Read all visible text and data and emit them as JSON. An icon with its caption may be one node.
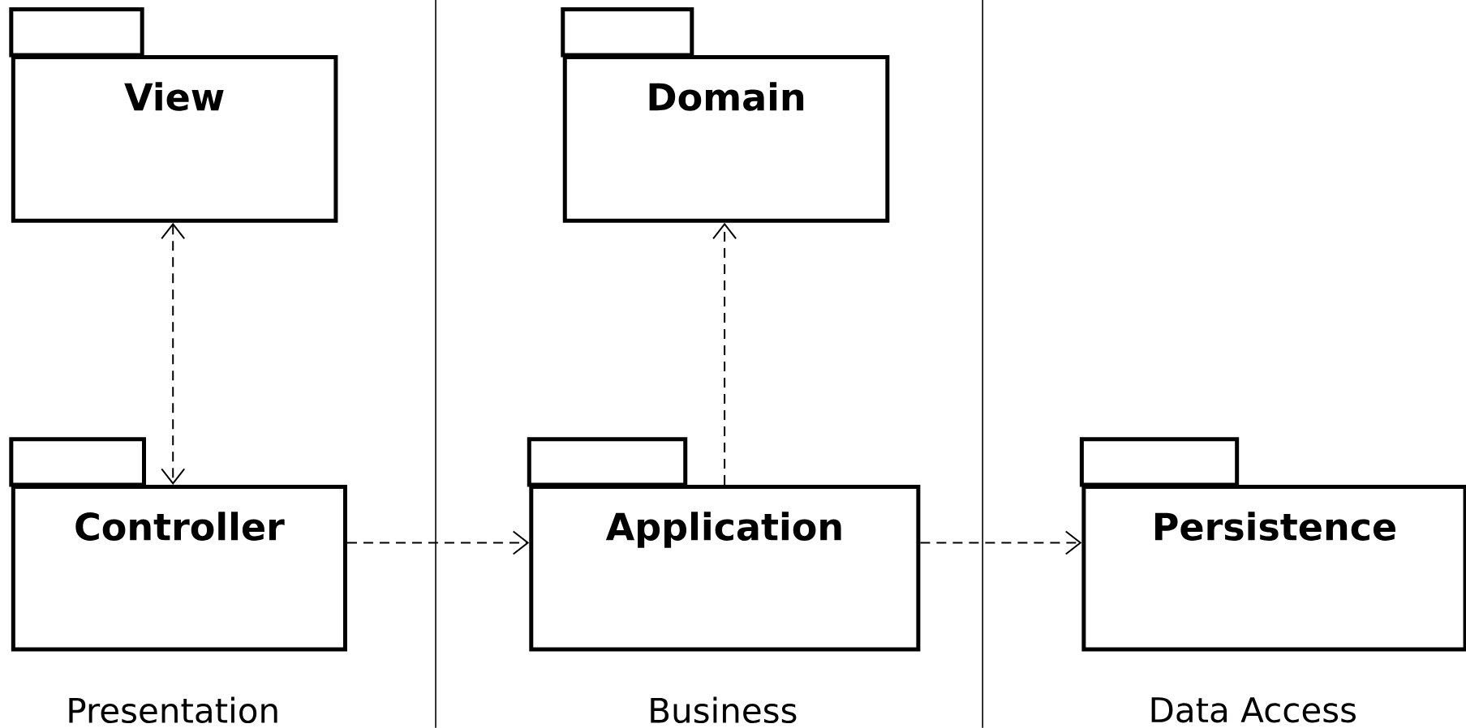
{
  "diagram": {
    "nodes": [
      {
        "text": [
          "View"
        ]
      },
      {
        "text": [
          "Domain"
        ]
      },
      {
        "text": [
          "Controller"
        ]
      },
      {
        "text": [
          "Application"
        ]
      },
      {
        "text": [
          "Persistence"
        ]
      }
    ],
    "edges": [
      {
        "from": 0,
        "to": 2,
        "arrow": "both",
        "style": "dashed"
      },
      {
        "from": 3,
        "to": 1,
        "arrow": "to",
        "style": "dashed"
      },
      {
        "from": 2,
        "to": 3,
        "arrow": "to",
        "style": "dashed"
      },
      {
        "from": 3,
        "to": 4,
        "arrow": "to",
        "style": "dashed"
      }
    ],
    "labels": [
      "Presentation",
      "Business",
      "Data Access"
    ]
  }
}
